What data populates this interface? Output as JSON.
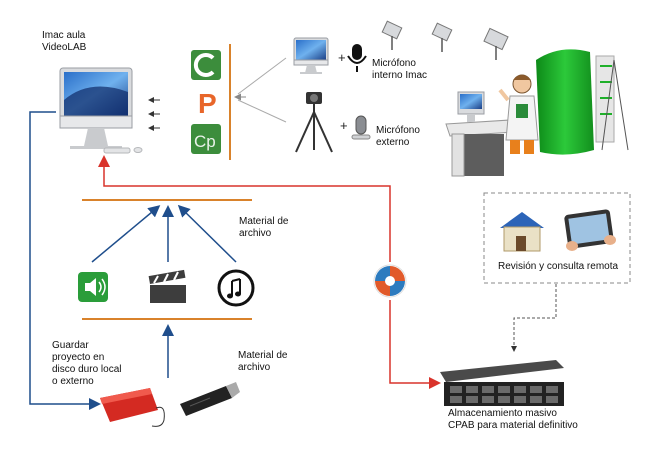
{
  "labels": {
    "imac_aula": "Imac aula\nVideoLAB",
    "mic_interno": "Micrófono\ninterno Imac",
    "mic_externo": "Micrófono\nexterno",
    "material_archivo_top": "Material de\narchivo",
    "material_archivo_bottom": "Material de\narchivo",
    "guardar_proyecto": "Guardar\nproyecto en\ndisco duro local\no externo",
    "revision_remota": "Revisión y consulta remota",
    "almacenamiento": "Almacenamiento masivo\nCPAB para material definitivo"
  },
  "icons": {
    "camtasia": "camtasia-icon",
    "presenter": "presenter-p-icon",
    "captivate": "captivate-cp-icon",
    "audio": "speaker-icon",
    "video": "clapperboard-icon",
    "music": "music-note-icon"
  },
  "app_letters": {
    "presenter": "P",
    "captivate": "Cp"
  },
  "symbols": {
    "plus_1": "+",
    "plus_2": "+"
  },
  "colors": {
    "orange_line": "#d9822b",
    "blue_arrow": "#1f4e8c",
    "red_arrow": "#d9332b",
    "green_screen": "#1fb02a",
    "app_green": "#3c8d3c",
    "app_orange": "#e8662a"
  }
}
